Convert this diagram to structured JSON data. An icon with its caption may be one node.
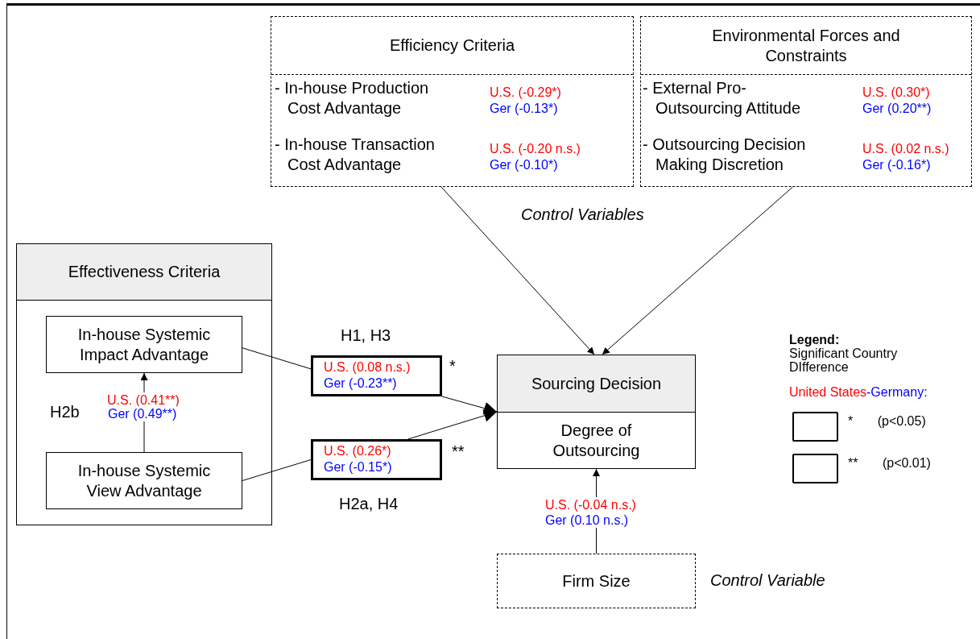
{
  "diagram": {
    "nodes": [
      {
        "text": [
          "Efficiency Criteria",
          "- In-house Production Cost Advantage",
          "U.S. (-0.29*)",
          "Ger (-0.13*)",
          "- In-house Transaction Cost Advantage",
          "U.S. (-0.20 n.s.)",
          "Ger (-0.10*)"
        ]
      },
      {
        "text": [
          "Environmental Forces and Constraints",
          "- External Pro-Outsourcing Attitude",
          "U.S. (0.30*)",
          "Ger (0.20**)",
          "- Outsourcing Decision Making Discretion",
          "U.S. (0.02 n.s.)",
          "Ger (-0.16*)"
        ]
      },
      {
        "text": [
          "Effectiveness Criteria"
        ]
      },
      {
        "text": [
          "In-house Systemic Impact Advantage"
        ],
        "in": 2
      },
      {
        "text": [
          "In-house Systemic View Advantage"
        ],
        "in": 2
      },
      {
        "text": [
          "U.S. (0.08 n.s.)",
          "Ger (-0.23**)"
        ],
        "beside": [
          "H1, H3",
          "*"
        ]
      },
      {
        "text": [
          "U.S. (0.26*)",
          "Ger (-0.15*)"
        ],
        "beside": [
          "**",
          "H2a, H4"
        ]
      },
      {
        "text": [
          "Sourcing Decision",
          "Degree of Outsourcing"
        ]
      },
      {
        "text": [
          "Firm Size"
        ],
        "beside": [
          "Control Variable"
        ]
      }
    ],
    "edges": [
      {
        "from": 0,
        "to": 7,
        "arrow": "to"
      },
      {
        "from": 1,
        "to": 7,
        "arrow": "to"
      },
      {
        "from": 4,
        "to": 3,
        "arrow": "to",
        "label": "H2b"
      },
      {
        "from": 3,
        "to": 5,
        "arrow": "none"
      },
      {
        "from": 5,
        "to": 7,
        "arrow": "to"
      },
      {
        "from": 4,
        "to": 6,
        "arrow": "none"
      },
      {
        "from": 6,
        "to": 7,
        "arrow": "to"
      },
      {
        "from": 8,
        "to": 7,
        "arrow": "to"
      }
    ],
    "labels": [
      "Control Variables",
      "U.S. (0.41**)",
      "Ger (0.49**)",
      "Legend:",
      "Significant Country DIfference",
      "United States",
      "-Germany:",
      "U.S. (-0.04 n.s.)",
      "Ger (0.10 n.s.)"
    ],
    "legend": [
      {
        "text": "* (p<0.05)"
      },
      {
        "text": "** (p<0.01)"
      }
    ]
  }
}
